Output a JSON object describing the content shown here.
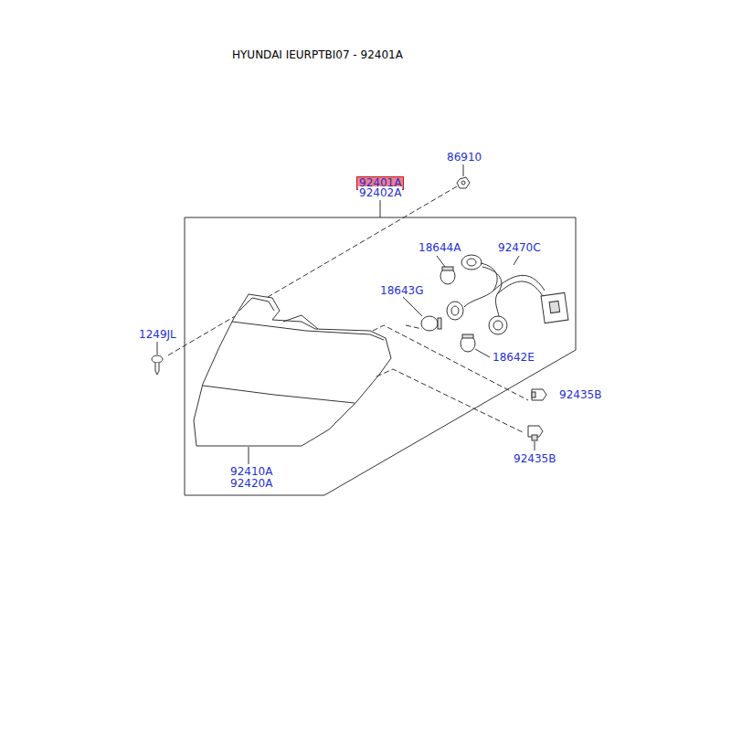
{
  "diagram": {
    "title": "HYUNDAI IEURPTBI07 - 92401A",
    "nodes": [
      {
        "text": [
          "92401A"
        ]
      }
    ],
    "labels": [
      "92402A",
      "86910",
      "18644A",
      "92470C",
      "18643G",
      "1249JL",
      "18642E",
      "92435B",
      "92435B",
      "92410A",
      "92420A"
    ]
  }
}
